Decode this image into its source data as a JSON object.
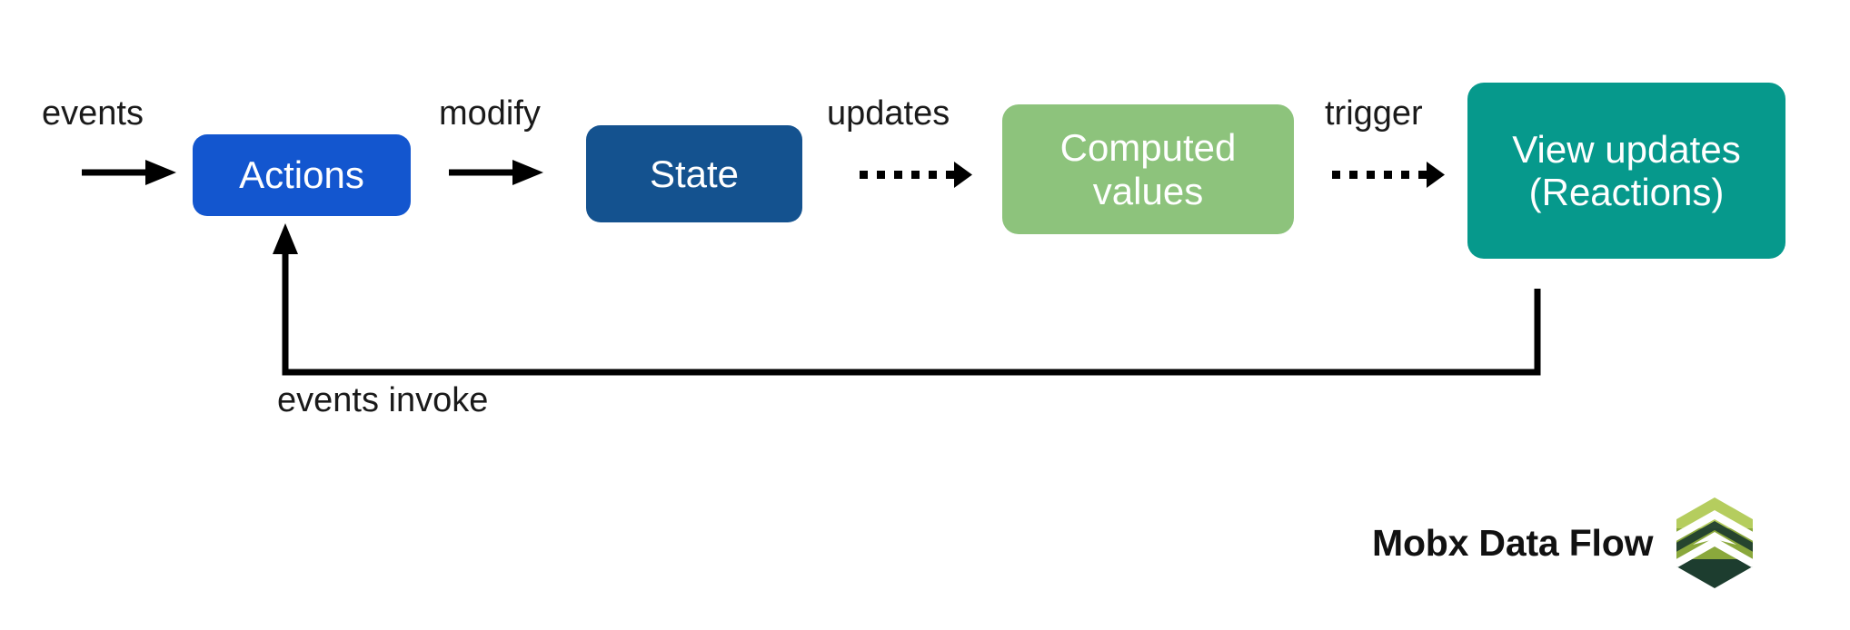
{
  "diagram": {
    "title": "Mobx Data Flow",
    "background": "#ffffff",
    "nodes": [
      {
        "id": "actions",
        "label": "Actions",
        "color": "#1356cf"
      },
      {
        "id": "state",
        "label": "State",
        "color": "#14528f"
      },
      {
        "id": "computed",
        "label": "Computed\nvalues",
        "line1": "Computed",
        "line2": "values",
        "color": "#8dc37c"
      },
      {
        "id": "view",
        "label": "View updates\n(Reactions)",
        "line1": "View updates",
        "line2": "(Reactions)",
        "color": "#06998c"
      }
    ],
    "edges": [
      {
        "id": "events",
        "label": "events",
        "style": "solid",
        "from": "input",
        "to": "actions"
      },
      {
        "id": "modify",
        "label": "modify",
        "style": "solid",
        "from": "actions",
        "to": "state"
      },
      {
        "id": "updates",
        "label": "updates",
        "style": "dotted",
        "from": "state",
        "to": "computed"
      },
      {
        "id": "trigger",
        "label": "trigger",
        "style": "dotted",
        "from": "computed",
        "to": "view"
      },
      {
        "id": "events-invoke",
        "label": "events invoke",
        "style": "solid",
        "from": "view",
        "to": "actions"
      }
    ],
    "arrow_color": "#000000",
    "label_color": "#1a1a1a"
  },
  "brand": {
    "text": "Mobx Data Flow",
    "logo_name": "mobx-hexagon-logo",
    "logo_colors": {
      "light_green": "#b5cd5e",
      "mid_green": "#8aa83c",
      "dark_green": "#1d3d2f",
      "deep_green": "#14362a"
    }
  }
}
